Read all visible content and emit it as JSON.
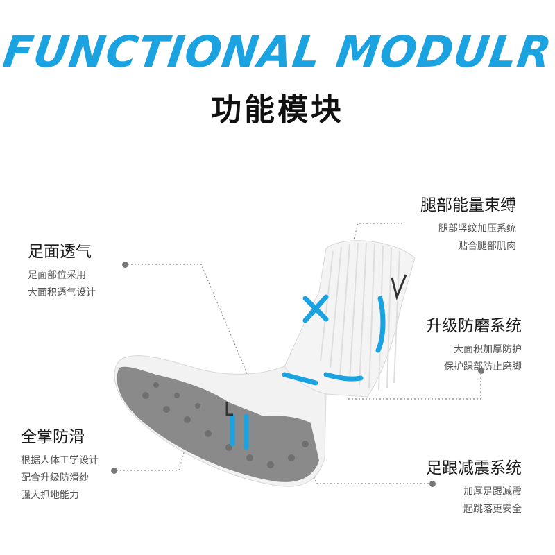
{
  "header": {
    "title_en": "FUNCTIONAL MODULR",
    "title_cn": "功能模块"
  },
  "features": [
    {
      "title": "腿部能量束缚",
      "desc": [
        "腿部竖纹加压系统",
        "贴合腿部肌肉"
      ]
    },
    {
      "title": "足面透气",
      "desc": [
        "足面部位采用",
        "大面积透气设计"
      ]
    },
    {
      "title": "升级防磨系统",
      "desc": [
        "大面积加厚防护",
        "保护踝部防止磨脚"
      ]
    },
    {
      "title": "全掌防滑",
      "desc": [
        "根据人体工学设计",
        "配合升级防滑纱",
        "强大抓地能力"
      ]
    },
    {
      "title": "足跟减震系统",
      "desc": [
        "加厚足跟减震",
        "起跳落更安全"
      ]
    }
  ],
  "colors": {
    "accent": "#1aa3e0",
    "sock": "#f4f4f4",
    "cushion": "#8a8a8a"
  },
  "product_image": "white-basketball-sock-with-blue-accents"
}
